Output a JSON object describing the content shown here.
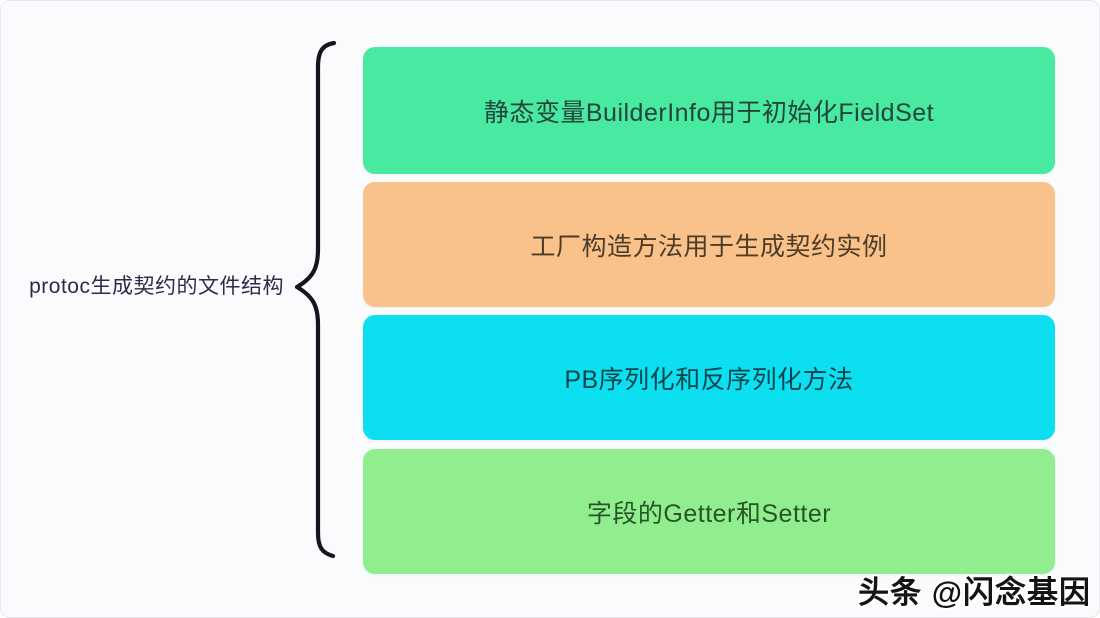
{
  "diagram": {
    "root": {
      "label": "protoc生成契约的文件结构",
      "text_color": "#32284a"
    },
    "brace": {
      "color": "#17141f"
    },
    "nodes": [
      {
        "label": "静态变量BuilderInfo用于初始化FieldSet",
        "bg_color": "#48e9a0",
        "text_color": "#24443a"
      },
      {
        "label": "工厂构造方法用于生成契约实例",
        "bg_color": "#f8c28a",
        "text_color": "#4e3c26"
      },
      {
        "label": "PB序列化和反序列化方法",
        "bg_color": "#0bdff0",
        "text_color": "#0e444c"
      },
      {
        "label": "字段的Getter和Setter",
        "bg_color": "#91ee8e",
        "text_color": "#295427"
      }
    ],
    "watermark": {
      "text": "头条 @闪念基因"
    }
  }
}
